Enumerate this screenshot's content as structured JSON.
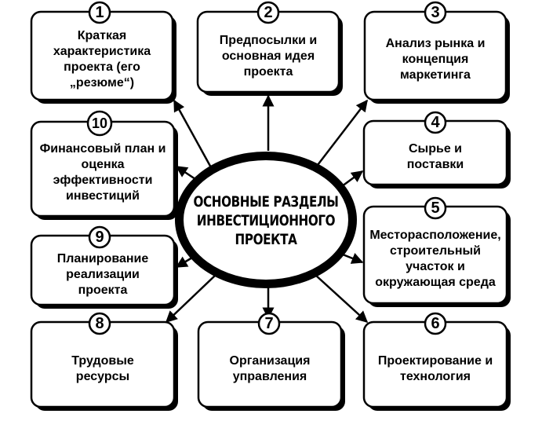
{
  "center": {
    "lines": [
      "ОСНОВНЫЕ РАЗДЕЛЫ",
      "ИНВЕСТИЦИОННОГО",
      "ПРОЕКТА"
    ]
  },
  "sections": [
    {
      "number": "1",
      "text": "Краткая характеристика проекта (его „резюме“)"
    },
    {
      "number": "2",
      "text": "Предпосылки и основная идея проекта"
    },
    {
      "number": "3",
      "text": "Анализ рынка и концепция маркетинга"
    },
    {
      "number": "4",
      "text": "Сырье и поставки"
    },
    {
      "number": "5",
      "text": "Месторасположение, строительный участок и окружающая среда"
    },
    {
      "number": "6",
      "text": "Проектирование и технология"
    },
    {
      "number": "7",
      "text": "Организация управления"
    },
    {
      "number": "8",
      "text": "Трудовые ресурсы"
    },
    {
      "number": "9",
      "text": "Планирование реализации проекта"
    },
    {
      "number": "10",
      "text": "Финансовый план и оценка эффективности инвестиций"
    }
  ]
}
